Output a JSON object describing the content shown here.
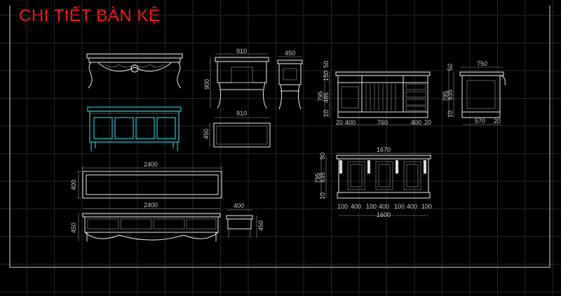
{
  "title": "CHI TIẾT BÀN KỆ",
  "colors": {
    "background": "#000000",
    "title": "#ff1a1a",
    "lines": "#e8e8e8",
    "highlight": "#16c8d0",
    "grid": "#262626"
  },
  "dims": {
    "plan_long_w": "2400",
    "plan_long_h": "400",
    "tv_w": "2400",
    "tv_h": "450",
    "stool_w": "400",
    "stool_h": "450",
    "front_w": "910",
    "front_h": "900",
    "side_w": "450",
    "plan_w": "910",
    "plan_h": "450",
    "desk_v": [
      "50",
      "150",
      "485",
      "10"
    ],
    "desk_total": "795",
    "desk_bottom": [
      "20",
      "400",
      "760",
      "400",
      "20"
    ],
    "sideview_top": "750",
    "sideview_v": [
      "50",
      "635",
      "10"
    ],
    "sideview_total": "795",
    "sideview_bottom": [
      "570",
      "20"
    ],
    "cab_top": "1670",
    "cab_v": [
      "50",
      "635",
      "10"
    ],
    "cab_total": "795",
    "cab_bottom": [
      "100",
      "400",
      "100",
      "400",
      "100",
      "400",
      "100"
    ],
    "cab_overall": "1600"
  }
}
